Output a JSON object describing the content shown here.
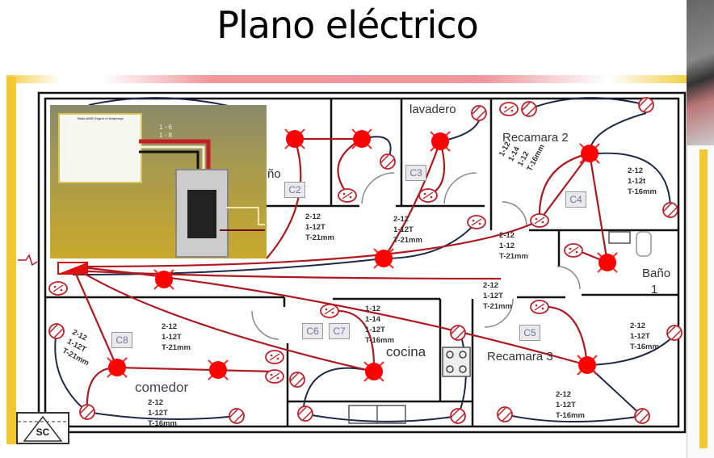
{
  "slide": {
    "title": "Plano eléctrico"
  },
  "inset": {
    "table_title": "Tabla AWG Según el Amperaje",
    "wire_labels": [
      "1 - 6",
      "1 - 8"
    ]
  },
  "rooms": [
    {
      "name": "lavadero"
    },
    {
      "name": "Recamara 2"
    },
    {
      "name": "Baño"
    },
    {
      "name": "1"
    },
    {
      "name": "cocina"
    },
    {
      "name": "Recamara 3"
    },
    {
      "name": "comedor"
    },
    {
      "name": "ño"
    }
  ],
  "circuits": [
    "C2",
    "C3",
    "C4",
    "C5",
    "C6",
    "C7",
    "C8"
  ],
  "specs": {
    "s1": "2-12\n1-12T\nT-21mm",
    "s2": "2-12\n1-12T\nT-21mm",
    "s3": "2-12\n1-12\nT-21mm",
    "s4": "2-12\n1-12t\nT-16mm",
    "s5": "1-12\n1-14\n1-12\nT-16mm",
    "s6": "2-12\n1-12T\nT-21mm",
    "s7": "2-12\n1-12T\nT-21mm",
    "s8": "2-12\n1-12T\nT-21mm",
    "s9": "1-12\n1-14\n1-12T\nT-16mm",
    "s10": "2-12\n1-12T\nT-16mm",
    "s11": "2-12\n1-12T\nT-16mm",
    "s12": "2-12\n1-12T\nT-16mm"
  },
  "legend": {
    "sc_label": "SC"
  },
  "colors": {
    "wire_red": "#b01820",
    "wire_blue": "#1c2a4a",
    "fixture_red": "#ff0000",
    "frame_yellow": "#f2c933"
  }
}
